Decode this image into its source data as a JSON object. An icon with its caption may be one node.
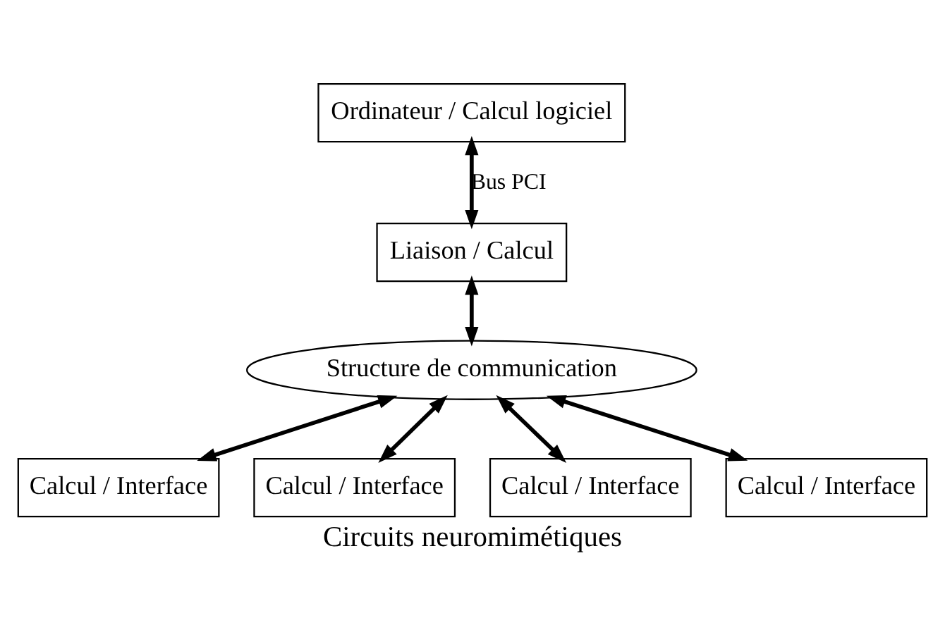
{
  "diagram": {
    "caption": "Circuits neuromimétiques",
    "nodes": [
      {
        "text": [
          "Ordinateur / Calcul logiciel"
        ]
      },
      {
        "text": [
          "Liaison / Calcul"
        ]
      },
      {
        "text": [
          "Structure de communication"
        ]
      },
      {
        "text": [
          "Calcul / Interface"
        ]
      },
      {
        "text": [
          "Calcul / Interface"
        ]
      },
      {
        "text": [
          "Calcul / Interface"
        ]
      },
      {
        "text": [
          "Calcul / Interface"
        ]
      }
    ],
    "edges": [
      {
        "from": 0,
        "to": 1,
        "arrow": "both",
        "label": "Bus PCI"
      },
      {
        "from": 1,
        "to": 2,
        "arrow": "both"
      },
      {
        "from": 2,
        "to": 3,
        "arrow": "both"
      },
      {
        "from": 2,
        "to": 4,
        "arrow": "both"
      },
      {
        "from": 2,
        "to": 5,
        "arrow": "both"
      },
      {
        "from": 2,
        "to": 6,
        "arrow": "both"
      }
    ]
  }
}
